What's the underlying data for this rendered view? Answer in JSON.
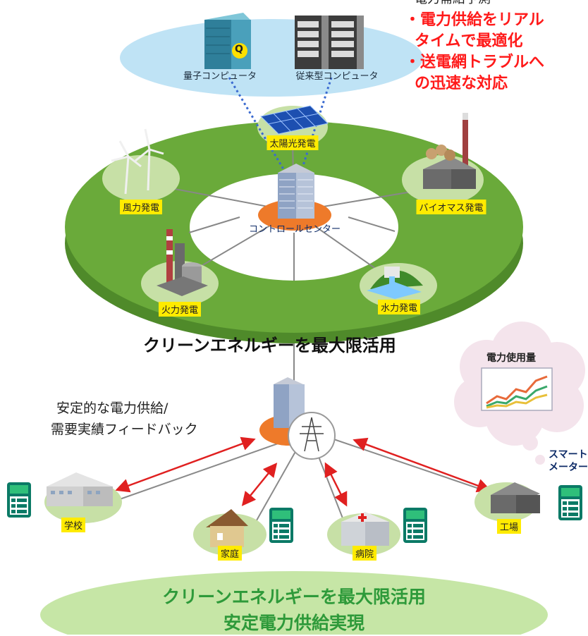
{
  "top_panel": {
    "quantum_label": "量子コンピュータ",
    "classical_label": "従来型コンピュータ",
    "quantum_mark": "Q"
  },
  "benefits": {
    "heading_partial": "電力需給予測",
    "items": [
      "・電力供給をリアル",
      "タイムで最適化",
      "・送電網トラブルへ",
      "の迅速な対応"
    ]
  },
  "ring": {
    "solar": "太陽光発電",
    "wind": "風力発電",
    "biomass": "バイオマス発電",
    "thermal": "火力発電",
    "hydro": "水力発電",
    "control_center": "コントロールセンター"
  },
  "headline": "クリーンエネルギーを最大限活用",
  "supply_text": [
    "安定的な電力供給/",
    "需要実績フィードバック"
  ],
  "cloud": {
    "title": "電力使用量"
  },
  "smart_meter": [
    "スマート",
    "メーター"
  ],
  "consumers": {
    "school": "学校",
    "home": "家庭",
    "hospital": "病院",
    "factory": "工場"
  },
  "bottom": [
    "クリーンエネルギーを最大限活用",
    "安定電力供給実現"
  ],
  "colors": {
    "ring_green": "#6aaa3a",
    "accent_red": "#ff1a1a",
    "label_yellow": "#ffeb00",
    "hub_orange": "#ee7a2a",
    "bottom_green": "#2e9a3a",
    "sky_blue": "#bfe3f5"
  }
}
